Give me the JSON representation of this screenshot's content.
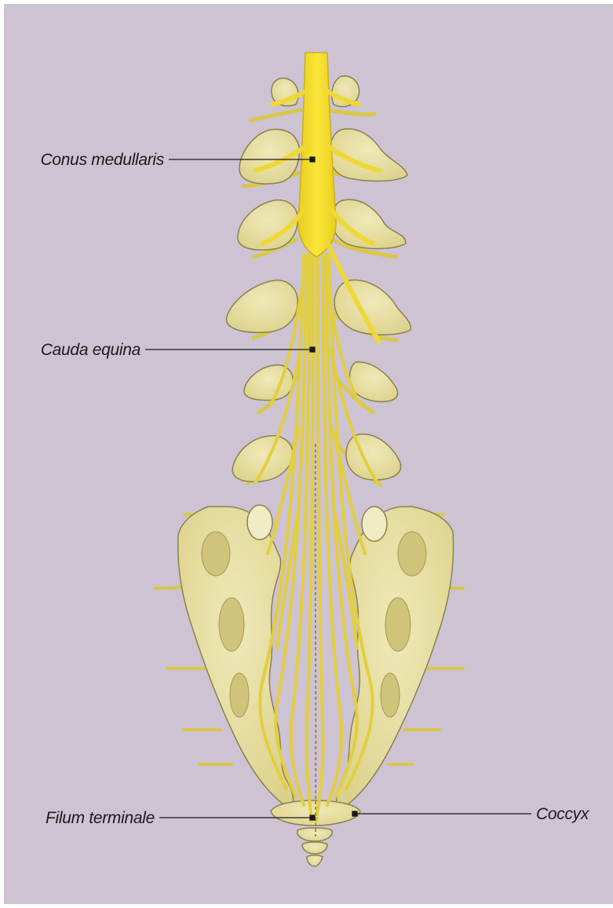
{
  "colors": {
    "background": "#cdc3d3",
    "spinal_cord": "#f2dc2a",
    "nerve_root": "#e6d44a",
    "bone_fill": "#e9e1a2",
    "bone_shadow": "#cfc47a",
    "bone_outline": "#8a8150",
    "leader_line": "#1a1a1a"
  },
  "labels": {
    "conus": "Conus medullaris",
    "cauda": "Cauda equina",
    "filum": "Filum terminale",
    "coccyx": "Coccyx"
  }
}
